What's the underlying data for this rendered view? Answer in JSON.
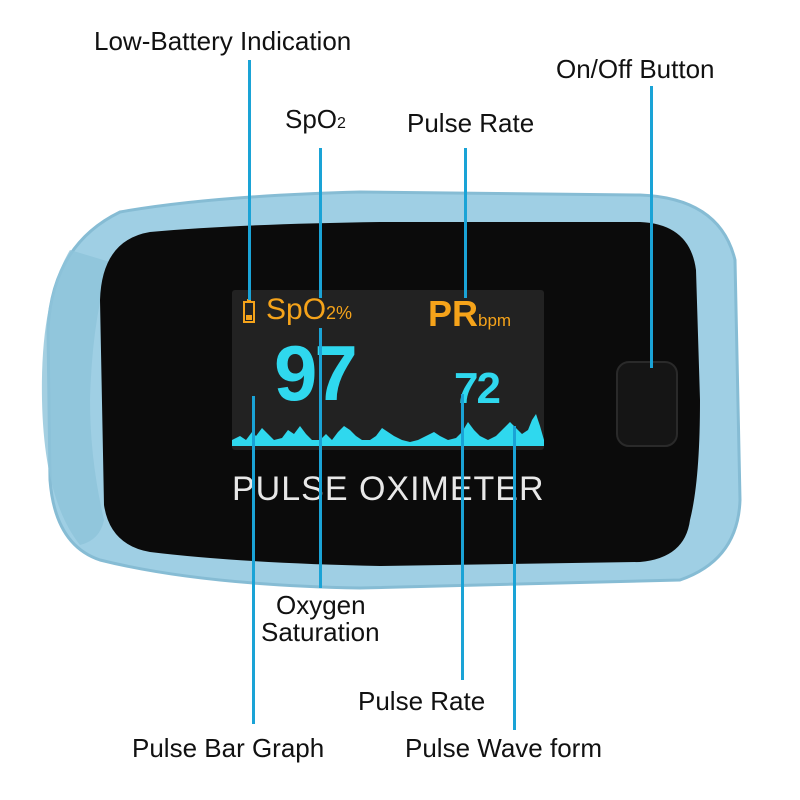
{
  "labels": {
    "low_battery": "Low-Battery Indication",
    "spo2": "SpO",
    "spo2_sub": "2",
    "pulse_rate_top": "Pulse Rate",
    "on_off": "On/Off Button",
    "oxygen_line1": "Oxygen",
    "oxygen_line2": "Saturation",
    "pulse_rate_bottom": "Pulse Rate",
    "pulse_bar_graph": "Pulse Bar Graph",
    "pulse_waveform": "Pulse Wave form"
  },
  "screen": {
    "spo2_label": "SpO",
    "spo2_sub": "2%",
    "pr_label": "PR",
    "pr_unit": "bpm",
    "spo2_value": "97",
    "pr_value": "72",
    "device_name": "PULSE OXIMETER"
  },
  "colors": {
    "body": "#9fcfe4",
    "body_dark": "#7ab3cc",
    "bezel": "#0b0b0b",
    "screen": "#1f1f1f",
    "orange": "#f5a31a",
    "cyan": "#2fd8ee",
    "leader": "#1aa3d6"
  }
}
